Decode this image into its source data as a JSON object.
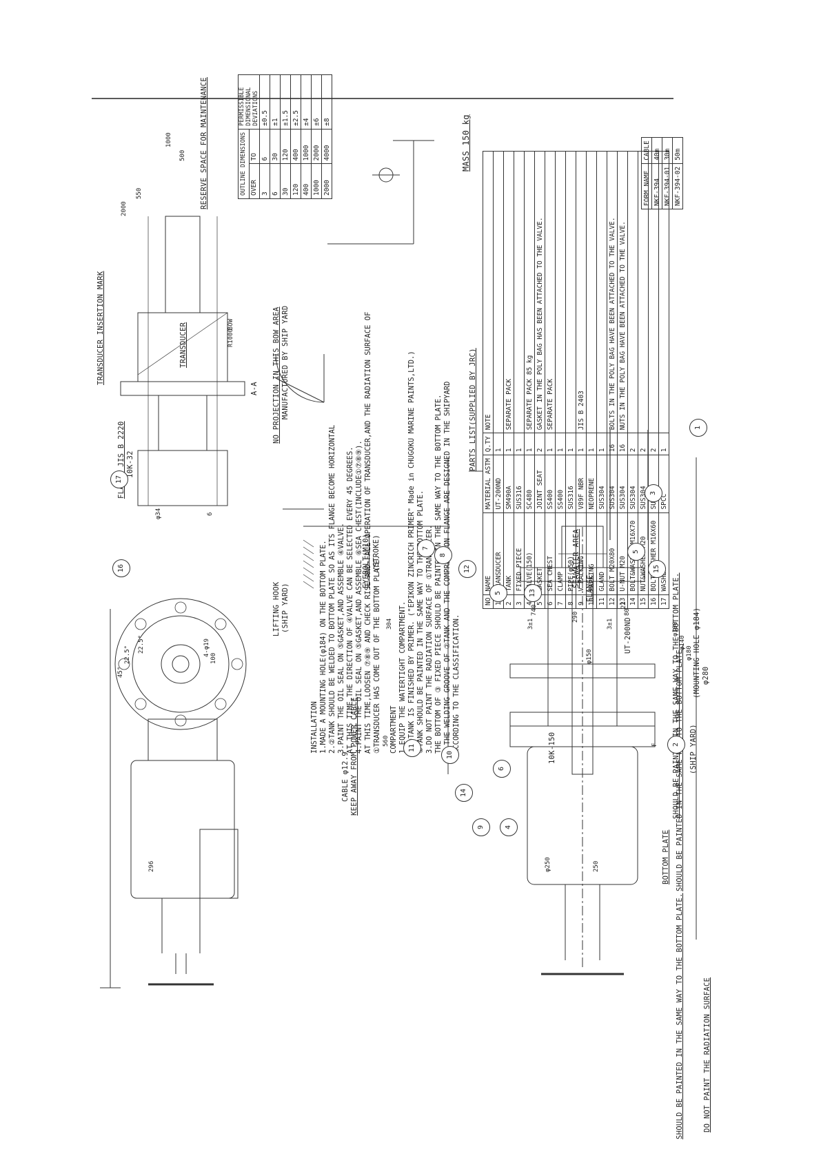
{
  "notes": {
    "installation_title": "INSTALLATION",
    "installation": [
      "1.MADE A MOUNTING HOLE(φ184) ON THE BOTTOM PLATE.",
      "2.②TANK SHOULD BE WELDED TO BOTTOM PLATE SO AS ITS FLANGE BECOME HORIZONTAL",
      "3.PAINT THE OIL SEAL ON ⑤GASKET,AND ASSEMBLE ④VALVE.",
      "   AT THIS TIME,THE DIRECTION OF ④VALVE CAN BE SELECTED EVERY 45 DEGREES.",
      "4.PAINT THE OIL SEAL ON ⑤GASKET,AND ASSEMBLE ⑥SEA CHEST(INCLUDE①⑦⑧⑨).",
      "   AT THIS TIME,LOOSEN ⑦⑧⑨ AND CHECK RISE-AND-FALL OPERATION OF TRANSDUCER,AND THE RADIATION SURFACE OF",
      "   ①TRANSDUCER HAS COME OUT OF THE BOTTOM PLATE."
    ],
    "compartment_title": "COMPARTMENT",
    "compartment": [
      "1.EQUIP THE WATERTIGHT COMPARTMENT.",
      "2.②TANK IS FINISHED BY PRIMER.     (\"EPIKON ZINCRICH PRIMER\" Made in CHUGOKU MARINE PAINTS,LTD.)",
      "   ②TANK SHOULD BE PAINTED IN THE SAME WAY TO THE BOTTOM PLATE.",
      "3.DO NOT PAINT THE RADIATION SURFACE OF ①TRANSDUCER.",
      "   THE BOTTOM OF ③ FIXED PIECE SHOULD BE PAINTED IN THE SAME WAY TO THE BOTTOM PLATE.",
      "4.THE WELDING GROOVE OF ②TANK AND THE COMPRESSION FLANGE ARE DESIGNED IN THE SHIPYARD",
      "   ACCORDING TO THE CLASSIFICATION."
    ]
  },
  "labels": {
    "transducer_insertion_mark": "TRANSDUCER INSERTION MARK",
    "flange_jis": "FLANGE JIS B 2220",
    "flange_jis_2": "10K-32",
    "no_projection": "NO PROJECTION IN THIS BOW AREA",
    "manufactured_by": "MANUFACTURED BY SHIP YARD",
    "transducer": "TRANSDUCER",
    "aa": "A-A",
    "reserve_space": "RESERVE SPACE FOR MAINTENANCE",
    "lifting_hook": "LIFTING HOOK",
    "ship_yard_paren": "(SHIP YARD)",
    "cable": "CABLE φ12.9",
    "keep_away": "KEEP AWAY FROM POWER CABLE",
    "eyebolt": "EYEBOLT(M10)",
    "stroke": "(STROKE)",
    "seawater_area": "SEAWATER AREA",
    "flange": "FLANGE",
    "bottom_plate": "BOTTOM PLATE",
    "mounting_hole": "(MOUNTING HOLE φ184)",
    "phi280": "φ280",
    "ut200nd": "UT-200ND",
    "tenk150": "10K-150",
    "should_be_painted_1": "SHOULD BE PAINTED IN THE SAME WAY TO THE BOTTOM PLATE.",
    "should_be_painted_2": "SHOULD BE PAINTED IN THE SAME WAY TO THE BOTTOM PLATE.",
    "should_be_painted_3": "SHOULD BE PAINTED IN THE SAME WAY TO THE BOTTOM PLATE.",
    "do_not_paint": "DO  NOT  PAINT THE RADIATION  SURFACE",
    "mass": "MASS  150 kg",
    "parts_list_title": "PARTS LIST(SUPPLIED BY JRC)"
  },
  "dims": {
    "d296": "296",
    "d250a": "φ250",
    "d250b": "250",
    "d560": "560",
    "d304": "304",
    "d290": "290",
    "d740": "740",
    "d80": "80",
    "d22": "22",
    "d3a": "3±1",
    "d3b": "3±1",
    "d100": "φ100",
    "d140": "φ140",
    "d180": "φ180",
    "d150": "φ150",
    "d34": "φ34",
    "d6": "6",
    "d2000": "2000",
    "d550": "550",
    "d1000": "1000",
    "d500": "500",
    "d4phi19": "4-φ19",
    "d100b": "100",
    "d2": "22.5°",
    "d45": "45°",
    "d225": "22.5°",
    "r1000": "R1000",
    "bow": "BOW",
    "f": "F"
  },
  "tolerance_table": {
    "headers": [
      "OUTLINE DIMENSIONS",
      "PERMISSIBLE DIMENSIONAL DEVIATIONS"
    ],
    "subheaders": [
      "OVER",
      "TO"
    ],
    "rows": [
      [
        "3",
        "6",
        "±0.5"
      ],
      [
        "6",
        "30",
        "±1"
      ],
      [
        "30",
        "120",
        "±1.5"
      ],
      [
        "120",
        "400",
        "±2.5"
      ],
      [
        "400",
        "1000",
        "±4"
      ],
      [
        "1000",
        "2000",
        "±6"
      ],
      [
        "2000",
        "4000",
        "±8"
      ]
    ]
  },
  "parts_list": {
    "headers": [
      "NO",
      "NAME",
      "MATERIAL ASTM",
      "Q.TY",
      "NOTE"
    ],
    "rows": [
      [
        "1",
        "TRANSDUCER",
        "UT-200ND",
        "1",
        ""
      ],
      [
        "2",
        "TANK",
        "SM490A",
        "1",
        "SEPARATE PACK"
      ],
      [
        "3",
        "FIXED PIECE",
        "SUS316",
        "1",
        ""
      ],
      [
        "4",
        "VALVE(150)",
        "SC480",
        "1",
        "SEPARATE PACK  85 kg"
      ],
      [
        "5",
        "GASKET",
        "JOINT SEAT",
        "2",
        "GASKET IN THE POLY BAG HAS BEEN ATTACHED TO THE VALVE."
      ],
      [
        "6",
        "SEA CHEST",
        "SS400",
        "1",
        "SEPARATE PACK"
      ],
      [
        "7",
        "CLAMP",
        "SS400",
        "1",
        ""
      ],
      [
        "8",
        "PIPE(φ50)",
        "SUS316",
        "1",
        ""
      ],
      [
        "9",
        "V PACKING",
        "V89F NBR",
        "1",
        "JIS B 2403"
      ],
      [
        "10",
        "PACKING",
        "NEOPRENE",
        "1",
        ""
      ],
      [
        "11",
        "GLAND",
        "SUS304",
        "1",
        ""
      ],
      [
        "12",
        "BOLT M20X80",
        "SUS304",
        "16",
        "BOLTS IN THE POLY BAG HAVE BEEN ATTACHED TO THE VALVE."
      ],
      [
        "13",
        "U-NUT M20",
        "SUS304",
        "16",
        "NUTS IN THE POLY BAG HAVE BEEN ATTACHED TO THE VALVE."
      ],
      [
        "14",
        "BOLT&WASHER M16X70",
        "SUS304",
        "2",
        ""
      ],
      [
        "15",
        "NUT&WASHER M20",
        "SUS304",
        "2",
        ""
      ],
      [
        "16",
        "BOLT&WASHER M16X60",
        "SUS304",
        "2",
        ""
      ],
      [
        "17",
        "WASHER",
        "SPCC",
        "1",
        ""
      ]
    ]
  },
  "form_table": {
    "headers": [
      "FORM NAME",
      "CABLE"
    ],
    "rows": [
      [
        "NKF-394",
        "40m"
      ],
      [
        "NKF-394-01",
        "30m"
      ],
      [
        "NKF-394-02",
        "50m"
      ]
    ]
  },
  "bubbles": [
    "1",
    "2",
    "3",
    "4",
    "5",
    "5",
    "6",
    "7",
    "8",
    "9",
    "10",
    "11",
    "12",
    "13",
    "14",
    "15",
    "16",
    "17"
  ]
}
